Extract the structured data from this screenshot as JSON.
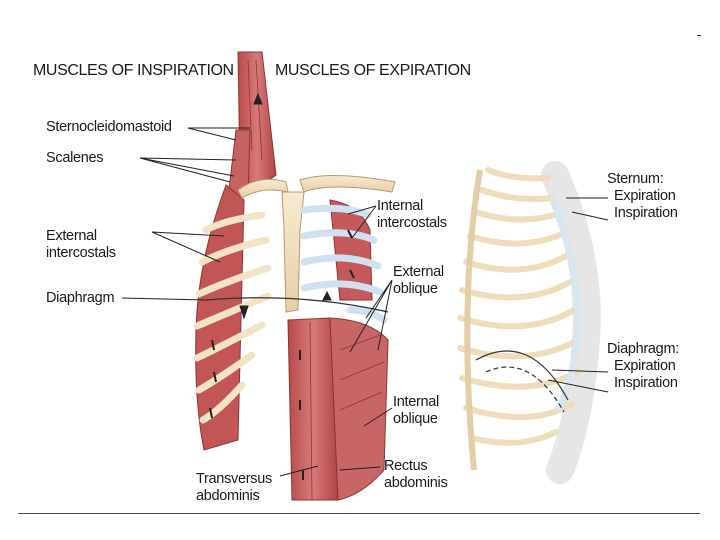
{
  "headers": {
    "inspiration": "MUSCLES OF INSPIRATION",
    "expiration": "MUSCLES OF EXPIRATION"
  },
  "labels": {
    "sternocleidomastoid": "Sternocleidomastoid",
    "scalenes": "Scalenes",
    "external_intercostals": [
      "External",
      "intercostals"
    ],
    "diaphragm": "Diaphragm",
    "internal_intercostals": [
      "Internal",
      "intercostals"
    ],
    "external_oblique": [
      "External",
      "oblique"
    ],
    "internal_oblique": [
      "Internal",
      "oblique"
    ],
    "rectus_abdominis": [
      "Rectus",
      "abdominis"
    ],
    "transversus_abdominis": [
      "Transversus",
      "abdominis"
    ],
    "sternum": [
      "Sternum:",
      "Expiration",
      "Inspiration"
    ],
    "diaphragm_side": [
      "Diaphragm:",
      "Expiration",
      "Inspiration"
    ]
  },
  "colors": {
    "muscle": "#c5595a",
    "muscle_dark": "#9e3b3d",
    "bone": "#f1dfc0",
    "cartilage": "#cfe0ee",
    "line": "#222222"
  }
}
